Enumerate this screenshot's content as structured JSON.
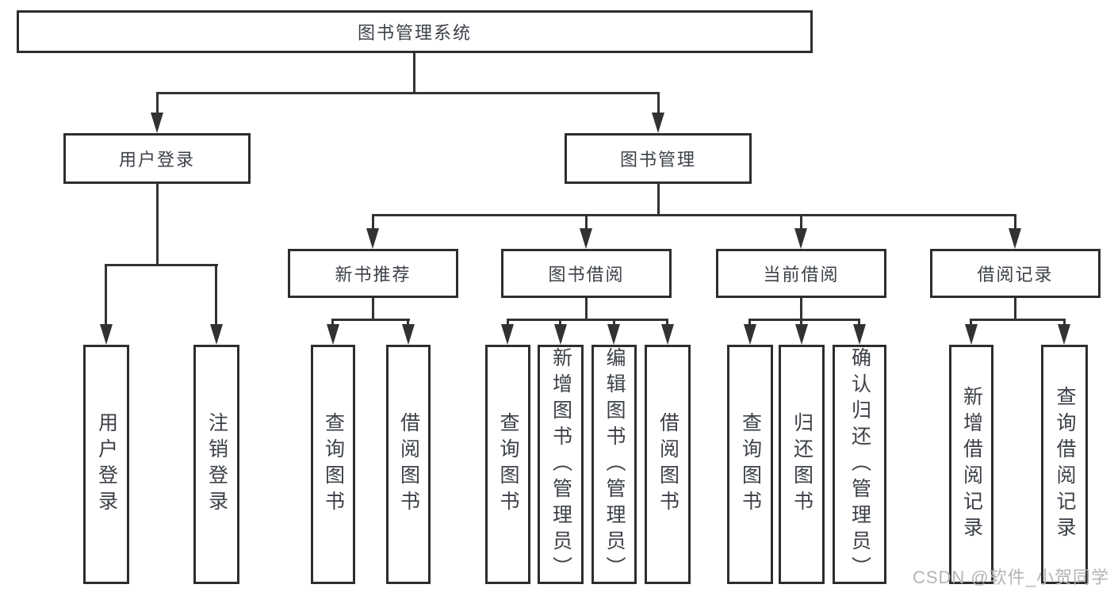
{
  "diagram": {
    "root": {
      "label": "图书管理系统"
    },
    "branches": [
      {
        "label": "用户登录",
        "leaves": [
          {
            "label": "用户登录"
          },
          {
            "label": "注销登录"
          }
        ]
      },
      {
        "label": "图书管理",
        "groups": [
          {
            "label": "新书推荐",
            "leaves": [
              {
                "label": "查询图书"
              },
              {
                "label": "借阅图书"
              }
            ]
          },
          {
            "label": "图书借阅",
            "leaves": [
              {
                "label": "查询图书"
              },
              {
                "label": "新增图书（管理员）"
              },
              {
                "label": "编辑图书（管理员）"
              },
              {
                "label": "借阅图书"
              }
            ]
          },
          {
            "label": "当前借阅",
            "leaves": [
              {
                "label": "查询图书"
              },
              {
                "label": "归还图书"
              },
              {
                "label": "确认归还（管理员）"
              }
            ]
          },
          {
            "label": "借阅记录",
            "leaves": [
              {
                "label": "新增借阅记录"
              },
              {
                "label": "查询借阅记录"
              }
            ]
          }
        ]
      }
    ]
  },
  "watermark": {
    "text": "CSDN @软件_小贺同学"
  },
  "colors": {
    "line": "#323232",
    "border": "#2d2d2d",
    "text": "#3c4047",
    "wm": "#b4b4b4",
    "bg": "#ffffff"
  }
}
